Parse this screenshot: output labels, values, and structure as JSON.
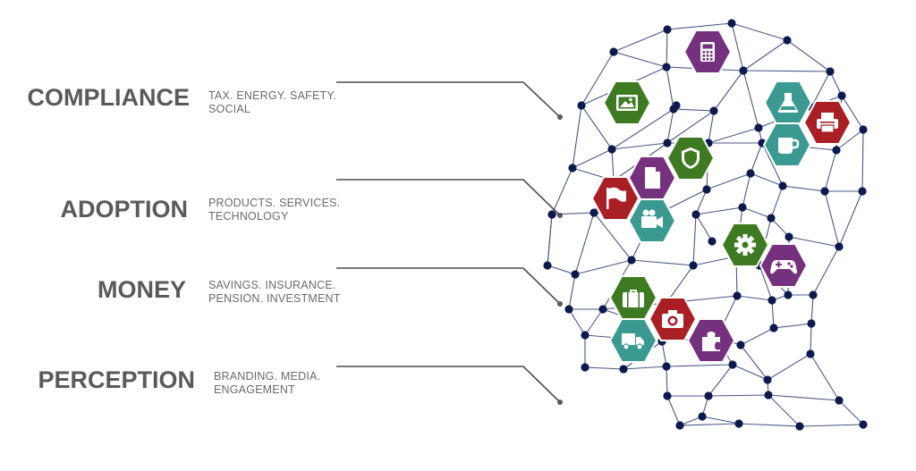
{
  "categories": [
    {
      "id": "compliance",
      "title": "COMPLIANCE",
      "desc": "TAX. ENERGY. SAFETY.\nSOCIAL"
    },
    {
      "id": "adoption",
      "title": "ADOPTION",
      "desc": "PRODUCTS. SERVICES.\nTECHNOLOGY"
    },
    {
      "id": "money",
      "title": "MONEY",
      "desc": "SAVINGS. INSURANCE.\nPENSION. INVESTMENT"
    },
    {
      "id": "perception",
      "title": "PERCEPTION",
      "desc": "BRANDING. MEDIA.\nENGAGEMENT"
    }
  ],
  "colors": {
    "title": "#5a5a5a",
    "network": "#1f2a5c",
    "node": "#0e1a4d",
    "green": "#3e7a22",
    "purple": "#75307e",
    "teal": "#3a9a92",
    "red": "#aa1f24",
    "connector": "#4d4d4d"
  },
  "icons": [
    {
      "name": "calculator-icon",
      "color": "purple"
    },
    {
      "name": "image-icon",
      "color": "green"
    },
    {
      "name": "flask-icon",
      "color": "teal"
    },
    {
      "name": "printer-icon",
      "color": "red"
    },
    {
      "name": "mug-icon",
      "color": "teal"
    },
    {
      "name": "shield-icon",
      "color": "green"
    },
    {
      "name": "document-icon",
      "color": "purple"
    },
    {
      "name": "flag-icon",
      "color": "red"
    },
    {
      "name": "video-camera-icon",
      "color": "teal"
    },
    {
      "name": "gear-icon",
      "color": "green"
    },
    {
      "name": "gamepad-icon",
      "color": "purple"
    },
    {
      "name": "briefcase-icon",
      "color": "green"
    },
    {
      "name": "camera-icon",
      "color": "red"
    },
    {
      "name": "truck-icon",
      "color": "teal"
    },
    {
      "name": "puzzle-icon",
      "color": "purple"
    }
  ]
}
